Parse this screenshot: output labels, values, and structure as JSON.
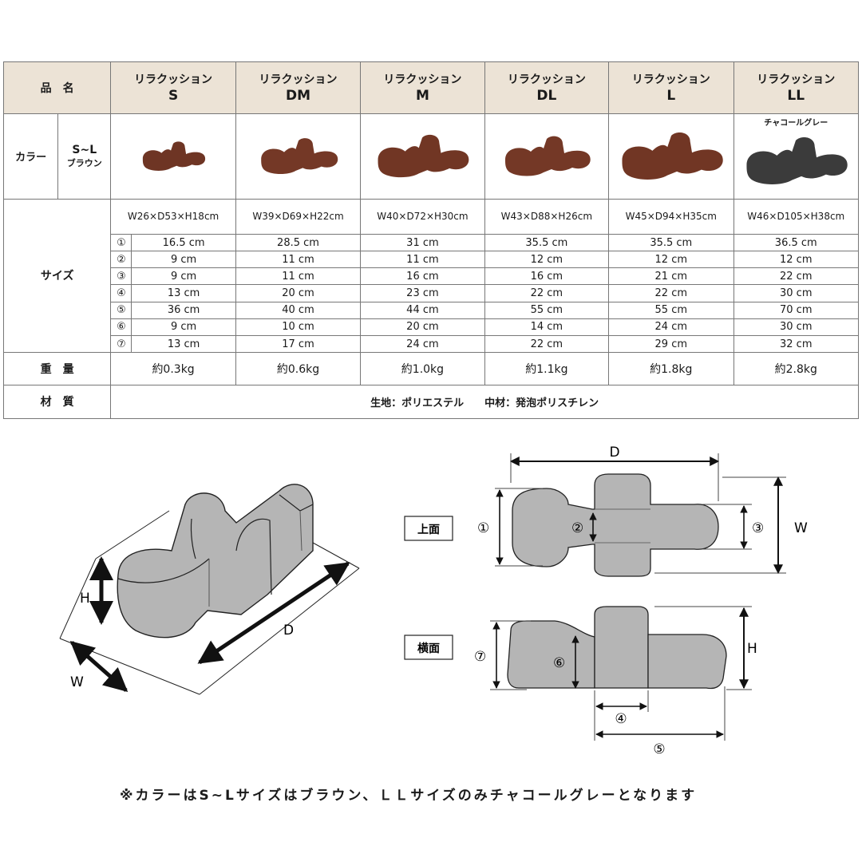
{
  "table": {
    "label_name": "品　名",
    "label_color": "カラー",
    "label_color_range": "S~L",
    "label_color_value": "ブラウン",
    "label_size": "サイズ",
    "label_weight": "重　量",
    "label_material": "材　質",
    "charcoal_note": "チャコールグレー",
    "products": [
      {
        "name": "リラクッション",
        "size": "S",
        "dims": "W26×D53×H18cm",
        "color": "#6e3524",
        "weight": "約0.3kg"
      },
      {
        "name": "リラクッション",
        "size": "DM",
        "dims": "W39×D69×H22cm",
        "color": "#743826",
        "weight": "約0.6kg"
      },
      {
        "name": "リラクッション",
        "size": "M",
        "dims": "W40×D72×H30cm",
        "color": "#713624",
        "weight": "約1.0kg"
      },
      {
        "name": "リラクッション",
        "size": "DL",
        "dims": "W43×D88×H26cm",
        "color": "#743826",
        "weight": "約1.1kg"
      },
      {
        "name": "リラクッション",
        "size": "L",
        "dims": "W45×D94×H35cm",
        "color": "#713624",
        "weight": "約1.8kg"
      },
      {
        "name": "リラクッション",
        "size": "LL",
        "dims": "W46×D105×H38cm",
        "color": "#3b3b3b",
        "weight": "約2.8kg"
      }
    ],
    "measure_rows": [
      {
        "mark": "①",
        "values": [
          "16.5 cm",
          "28.5 cm",
          "31 cm",
          "35.5 cm",
          "35.5 cm",
          "36.5 cm"
        ]
      },
      {
        "mark": "②",
        "values": [
          "9 cm",
          "11 cm",
          "11 cm",
          "12 cm",
          "12 cm",
          "12 cm"
        ]
      },
      {
        "mark": "③",
        "values": [
          "9 cm",
          "11 cm",
          "16 cm",
          "16 cm",
          "21 cm",
          "22 cm"
        ]
      },
      {
        "mark": "④",
        "values": [
          "13 cm",
          "20 cm",
          "23 cm",
          "22 cm",
          "22 cm",
          "30 cm"
        ]
      },
      {
        "mark": "⑤",
        "values": [
          "36 cm",
          "40 cm",
          "44 cm",
          "55 cm",
          "55 cm",
          "70 cm"
        ]
      },
      {
        "mark": "⑥",
        "values": [
          "9 cm",
          "10 cm",
          "20 cm",
          "14 cm",
          "24 cm",
          "30 cm"
        ]
      },
      {
        "mark": "⑦",
        "values": [
          "13 cm",
          "17 cm",
          "24 cm",
          "22 cm",
          "29 cm",
          "32 cm"
        ]
      }
    ],
    "material": "生地：ポリエステル　　中材：発泡ポリスチレン"
  },
  "diagram": {
    "iso_h": "H",
    "iso_d": "D",
    "iso_w": "W",
    "top_view_label": "上面",
    "side_view_label": "横面",
    "top_d": "D",
    "top_w": "W",
    "m1": "①",
    "m2": "②",
    "m3": "③",
    "m4": "④",
    "m5": "⑤",
    "m6": "⑥",
    "m7": "⑦",
    "side_h": "H",
    "cushion_fill": "#b5b5b5"
  },
  "footnote": "※カラーはS~Lサイズはブラウン、ＬＬサイズのみチャコールグレーとなります"
}
